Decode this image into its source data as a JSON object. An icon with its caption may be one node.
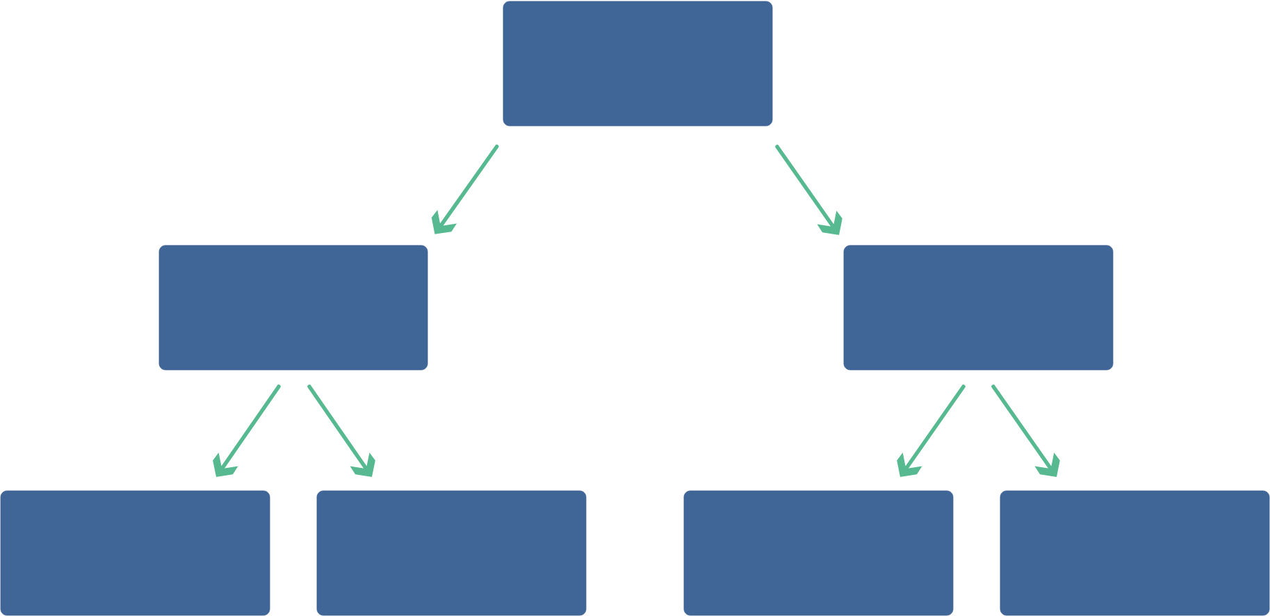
{
  "diagram": {
    "nodes": [
      {
        "text": [],
        "shape": "box"
      },
      {
        "text": [],
        "shape": "box"
      },
      {
        "text": [],
        "shape": "box"
      },
      {
        "text": [],
        "shape": "box"
      },
      {
        "text": [],
        "shape": "box"
      },
      {
        "text": [],
        "shape": "box"
      },
      {
        "text": [],
        "shape": "box"
      }
    ],
    "edges": [
      {
        "from": 0,
        "to": 1,
        "arrow": "to"
      },
      {
        "from": 0,
        "to": 2,
        "arrow": "to"
      },
      {
        "from": 1,
        "to": 3,
        "arrow": "to"
      },
      {
        "from": 1,
        "to": 4,
        "arrow": "to"
      },
      {
        "from": 2,
        "to": 5,
        "arrow": "to"
      },
      {
        "from": 2,
        "to": 6,
        "arrow": "to"
      }
    ]
  }
}
